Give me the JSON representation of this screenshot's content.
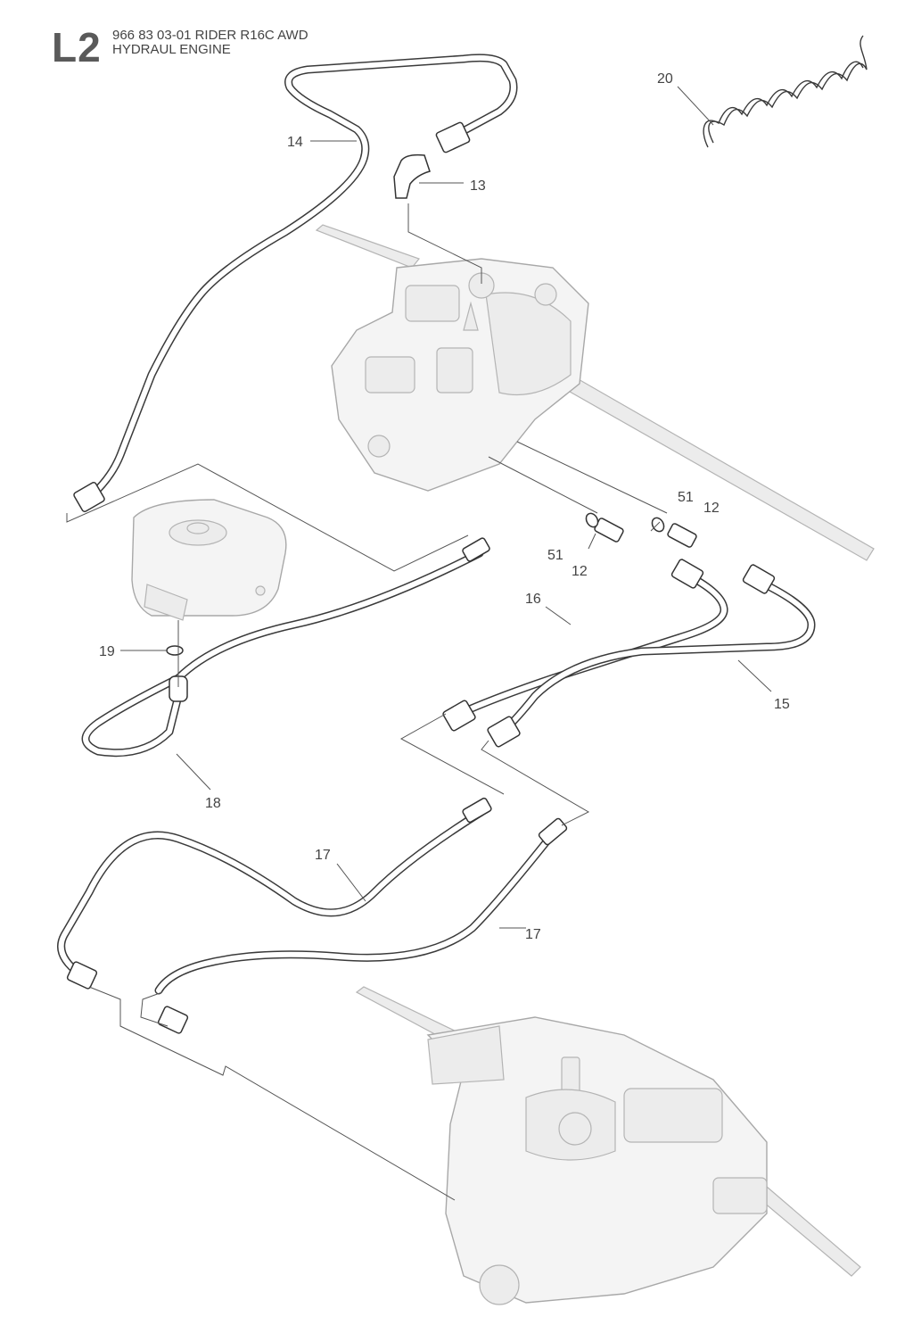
{
  "header": {
    "section_code": "L2",
    "model_line": "966 83 03-01 RIDER R16C AWD",
    "assembly_name": "HYDRAUL ENGINE"
  },
  "callouts": {
    "c12a": "12",
    "c12b": "12",
    "c13": "13",
    "c14": "14",
    "c15": "15",
    "c16": "16",
    "c17a": "17",
    "c17b": "17",
    "c18": "18",
    "c19": "19",
    "c20": "20",
    "c51a": "51",
    "c51b": "51"
  },
  "colors": {
    "line": "#3a3a3a",
    "ghost_part": "#b4b4b4",
    "text": "#444444"
  }
}
